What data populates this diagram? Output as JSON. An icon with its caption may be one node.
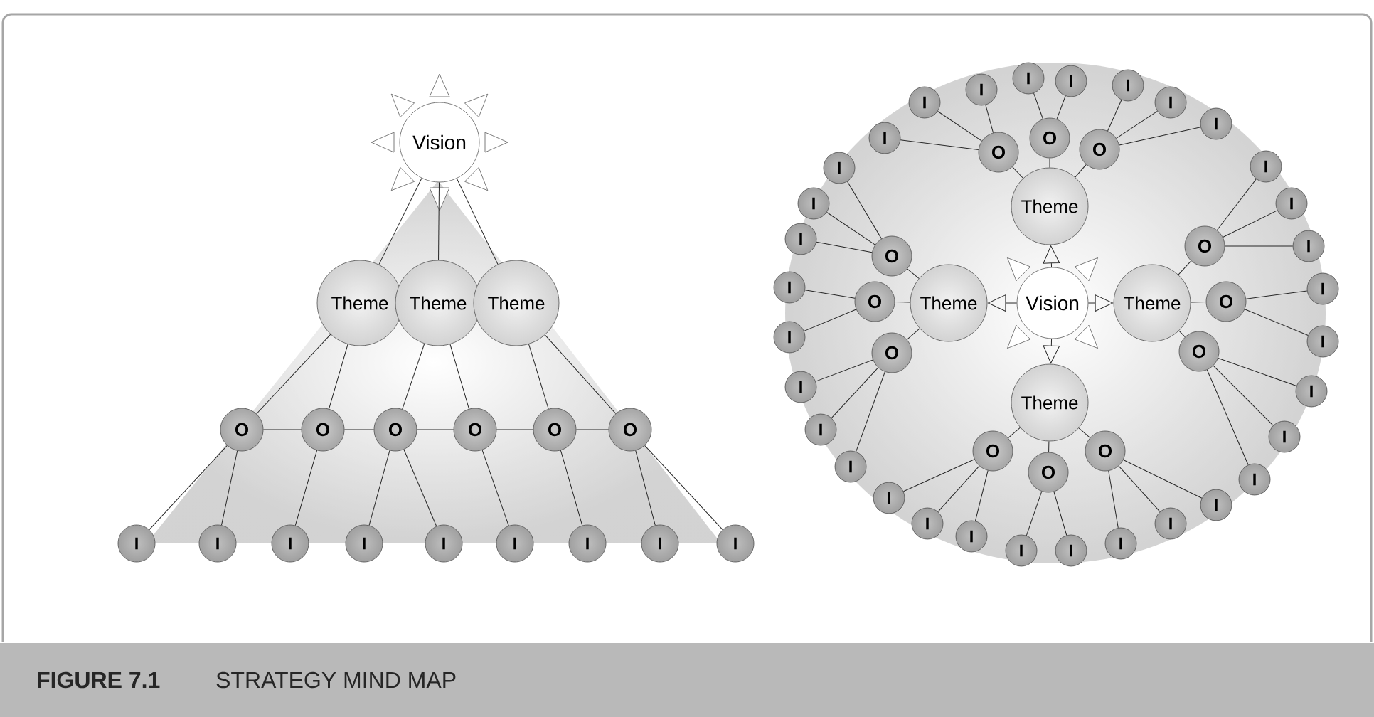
{
  "diagram": {
    "caption": "STRATEGY MIND MAP",
    "labels": [
      "FIGURE 7.1"
    ],
    "nodes": [
      {
        "text": [
          "Vision"
        ]
      },
      {
        "text": [
          "Theme"
        ]
      },
      {
        "text": [
          "Theme"
        ]
      },
      {
        "text": [
          "Theme"
        ]
      },
      {
        "text": [
          "O"
        ]
      },
      {
        "text": [
          "O"
        ]
      },
      {
        "text": [
          "O"
        ]
      },
      {
        "text": [
          "O"
        ]
      },
      {
        "text": [
          "O"
        ]
      },
      {
        "text": [
          "O"
        ]
      },
      {
        "text": [
          "I"
        ]
      },
      {
        "text": [
          "I"
        ]
      },
      {
        "text": [
          "I"
        ]
      },
      {
        "text": [
          "I"
        ]
      },
      {
        "text": [
          "I"
        ]
      },
      {
        "text": [
          "I"
        ]
      },
      {
        "text": [
          "I"
        ]
      },
      {
        "text": [
          "I"
        ]
      },
      {
        "text": [
          "I"
        ]
      },
      {
        "text": [
          "Vision"
        ]
      },
      {
        "text": [
          "Theme"
        ]
      },
      {
        "text": [
          "Theme"
        ]
      },
      {
        "text": [
          "Theme"
        ]
      },
      {
        "text": [
          "Theme"
        ]
      },
      {
        "text": [
          "O"
        ]
      },
      {
        "text": [
          "O"
        ]
      },
      {
        "text": [
          "O"
        ]
      },
      {
        "text": [
          "O"
        ]
      },
      {
        "text": [
          "O"
        ]
      },
      {
        "text": [
          "O"
        ]
      },
      {
        "text": [
          "O"
        ]
      },
      {
        "text": [
          "O"
        ]
      },
      {
        "text": [
          "O"
        ]
      },
      {
        "text": [
          "O"
        ]
      },
      {
        "text": [
          "O"
        ]
      },
      {
        "text": [
          "O"
        ]
      },
      {
        "text": [
          "I"
        ]
      },
      {
        "text": [
          "I"
        ]
      },
      {
        "text": [
          "I"
        ]
      },
      {
        "text": [
          "I"
        ]
      },
      {
        "text": [
          "I"
        ]
      },
      {
        "text": [
          "I"
        ]
      },
      {
        "text": [
          "I"
        ]
      },
      {
        "text": [
          "I"
        ]
      },
      {
        "text": [
          "I"
        ]
      },
      {
        "text": [
          "I"
        ]
      },
      {
        "text": [
          "I"
        ]
      },
      {
        "text": [
          "I"
        ]
      },
      {
        "text": [
          "I"
        ]
      },
      {
        "text": [
          "I"
        ]
      },
      {
        "text": [
          "I"
        ]
      },
      {
        "text": [
          "I"
        ]
      },
      {
        "text": [
          "I"
        ]
      },
      {
        "text": [
          "I"
        ]
      },
      {
        "text": [
          "I"
        ]
      },
      {
        "text": [
          "I"
        ]
      },
      {
        "text": [
          "I"
        ]
      },
      {
        "text": [
          "I"
        ]
      },
      {
        "text": [
          "I"
        ]
      },
      {
        "text": [
          "I"
        ]
      },
      {
        "text": [
          "I"
        ]
      },
      {
        "text": [
          "I"
        ]
      },
      {
        "text": [
          "I"
        ]
      },
      {
        "text": [
          "I"
        ]
      },
      {
        "text": [
          "I"
        ]
      },
      {
        "text": [
          "I"
        ]
      },
      {
        "text": [
          "I"
        ]
      },
      {
        "text": [
          "I"
        ]
      }
    ],
    "edges": [
      {
        "from": 0,
        "to": 1,
        "arrow": "none"
      },
      {
        "from": 0,
        "to": 2,
        "arrow": "none"
      },
      {
        "from": 0,
        "to": 3,
        "arrow": "none"
      },
      {
        "from": 1,
        "to": 4,
        "arrow": "none"
      },
      {
        "from": 1,
        "to": 5,
        "arrow": "none"
      },
      {
        "from": 2,
        "to": 6,
        "arrow": "none"
      },
      {
        "from": 2,
        "to": 7,
        "arrow": "none"
      },
      {
        "from": 3,
        "to": 8,
        "arrow": "none"
      },
      {
        "from": 3,
        "to": 9,
        "arrow": "none"
      },
      {
        "from": 4,
        "to": 5,
        "arrow": "none"
      },
      {
        "from": 5,
        "to": 6,
        "arrow": "none"
      },
      {
        "from": 6,
        "to": 7,
        "arrow": "none"
      },
      {
        "from": 7,
        "to": 8,
        "arrow": "none"
      },
      {
        "from": 8,
        "to": 9,
        "arrow": "none"
      },
      {
        "from": 4,
        "to": 10,
        "arrow": "none"
      },
      {
        "from": 4,
        "to": 11,
        "arrow": "none"
      },
      {
        "from": 5,
        "to": 12,
        "arrow": "none"
      },
      {
        "from": 6,
        "to": 13,
        "arrow": "none"
      },
      {
        "from": 6,
        "to": 14,
        "arrow": "none"
      },
      {
        "from": 7,
        "to": 15,
        "arrow": "none"
      },
      {
        "from": 8,
        "to": 16,
        "arrow": "none"
      },
      {
        "from": 9,
        "to": 17,
        "arrow": "none"
      },
      {
        "from": 9,
        "to": 18,
        "arrow": "none"
      },
      {
        "from": 19,
        "to": 20,
        "arrow": "to"
      },
      {
        "from": 19,
        "to": 21,
        "arrow": "to"
      },
      {
        "from": 19,
        "to": 22,
        "arrow": "to"
      },
      {
        "from": 19,
        "to": 23,
        "arrow": "to"
      },
      {
        "from": 20,
        "to": 24,
        "arrow": "none"
      },
      {
        "from": 20,
        "to": 25,
        "arrow": "none"
      },
      {
        "from": 20,
        "to": 26,
        "arrow": "none"
      },
      {
        "from": 21,
        "to": 27,
        "arrow": "none"
      },
      {
        "from": 21,
        "to": 28,
        "arrow": "none"
      },
      {
        "from": 21,
        "to": 29,
        "arrow": "none"
      },
      {
        "from": 22,
        "to": 30,
        "arrow": "none"
      },
      {
        "from": 22,
        "to": 31,
        "arrow": "none"
      },
      {
        "from": 22,
        "to": 32,
        "arrow": "none"
      },
      {
        "from": 23,
        "to": 33,
        "arrow": "none"
      },
      {
        "from": 23,
        "to": 34,
        "arrow": "none"
      },
      {
        "from": 23,
        "to": 35,
        "arrow": "none"
      },
      {
        "from": 24,
        "to": 36,
        "arrow": "none"
      },
      {
        "from": 24,
        "to": 37,
        "arrow": "none"
      },
      {
        "from": 24,
        "to": 38,
        "arrow": "none"
      },
      {
        "from": 25,
        "to": 39,
        "arrow": "none"
      },
      {
        "from": 25,
        "to": 40,
        "arrow": "none"
      },
      {
        "from": 26,
        "to": 41,
        "arrow": "none"
      },
      {
        "from": 26,
        "to": 42,
        "arrow": "none"
      },
      {
        "from": 26,
        "to": 43,
        "arrow": "none"
      },
      {
        "from": 27,
        "to": 44,
        "arrow": "none"
      },
      {
        "from": 27,
        "to": 45,
        "arrow": "none"
      },
      {
        "from": 27,
        "to": 46,
        "arrow": "none"
      },
      {
        "from": 28,
        "to": 47,
        "arrow": "none"
      },
      {
        "from": 28,
        "to": 48,
        "arrow": "none"
      },
      {
        "from": 29,
        "to": 49,
        "arrow": "none"
      },
      {
        "from": 29,
        "to": 50,
        "arrow": "none"
      },
      {
        "from": 29,
        "to": 51,
        "arrow": "none"
      },
      {
        "from": 30,
        "to": 52,
        "arrow": "none"
      },
      {
        "from": 30,
        "to": 53,
        "arrow": "none"
      },
      {
        "from": 30,
        "to": 54,
        "arrow": "none"
      },
      {
        "from": 31,
        "to": 55,
        "arrow": "none"
      },
      {
        "from": 31,
        "to": 56,
        "arrow": "none"
      },
      {
        "from": 32,
        "to": 57,
        "arrow": "none"
      },
      {
        "from": 32,
        "to": 58,
        "arrow": "none"
      },
      {
        "from": 32,
        "to": 59,
        "arrow": "none"
      },
      {
        "from": 33,
        "to": 60,
        "arrow": "none"
      },
      {
        "from": 33,
        "to": 61,
        "arrow": "none"
      },
      {
        "from": 33,
        "to": 62,
        "arrow": "none"
      },
      {
        "from": 34,
        "to": 63,
        "arrow": "none"
      },
      {
        "from": 34,
        "to": 64,
        "arrow": "none"
      },
      {
        "from": 35,
        "to": 65,
        "arrow": "none"
      },
      {
        "from": 35,
        "to": 66,
        "arrow": "none"
      },
      {
        "from": 35,
        "to": 67,
        "arrow": "none"
      }
    ]
  }
}
